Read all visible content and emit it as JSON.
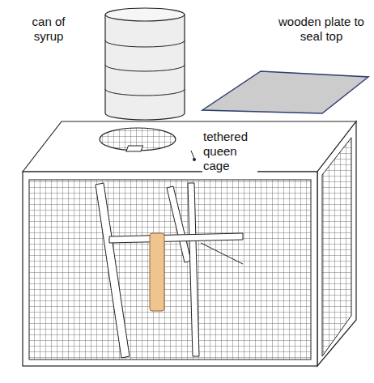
{
  "diagram": {
    "labels": [
      "can of syrup",
      "tethered queen cage",
      "wooden plate to seal top"
    ]
  }
}
